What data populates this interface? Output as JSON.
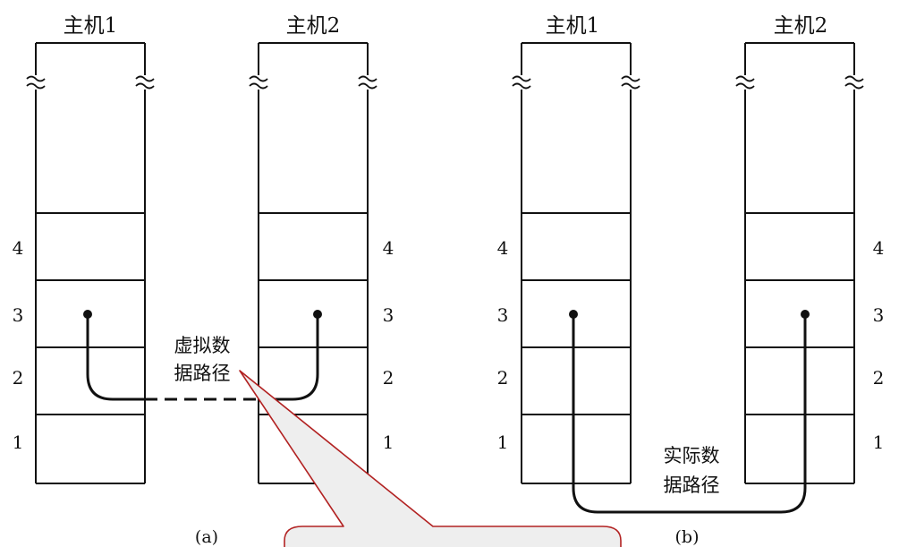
{
  "figure_a": {
    "host1_title": "主机1",
    "host2_title": "主机2",
    "layers_left": [
      "4",
      "3",
      "2",
      "1"
    ],
    "layers_right": [
      "4",
      "3",
      "2",
      "1"
    ],
    "path_label_line1": "虚拟数",
    "path_label_line2": "据路径",
    "caption": "(a)"
  },
  "figure_b": {
    "host1_title": "主机1",
    "host2_title": "主机2",
    "layers_left": [
      "4",
      "3",
      "2",
      "1"
    ],
    "layers_right": [
      "4",
      "3",
      "2",
      "1"
    ],
    "path_label_line1": "实际数",
    "path_label_line2": "据路径",
    "caption": "(b)"
  },
  "callout": {
    "text": "",
    "border_color": "#b22222",
    "fill_color": "#eeeeee"
  }
}
